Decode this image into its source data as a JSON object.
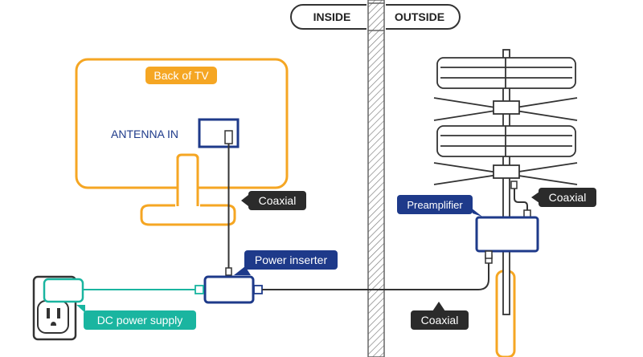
{
  "headers": {
    "inside": "INSIDE",
    "outside": "OUTSIDE"
  },
  "tv": {
    "label": "Back of TV",
    "port_label": "ANTENNA IN"
  },
  "callouts": {
    "coaxial_tv": "Coaxial",
    "power_inserter": "Power inserter",
    "dc_power_supply": "DC power supply",
    "preamplifier": "Preamplifier",
    "coaxial_antenna": "Coaxial",
    "coaxial_bottom": "Coaxial"
  },
  "colors": {
    "orange": "#f5a623",
    "navy": "#1e3a8a",
    "dark": "#333333",
    "teal": "#1ab5a0",
    "wall": "#888888"
  }
}
